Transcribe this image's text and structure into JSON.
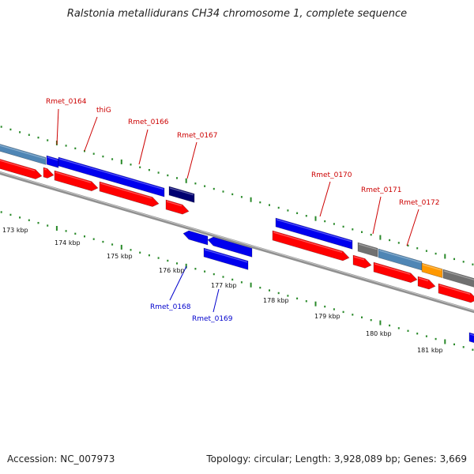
{
  "title": "Ralstonia metallidurans CH34 chromosome 1, complete sequence",
  "footer": {
    "accession": "Accession: NC_007973",
    "summary": "Topology: circular; Length: 3,928,089 bp; Genes: 3,669"
  },
  "colors": {
    "backbone": "#909090",
    "tick": "#2a8a2a",
    "forward_label": "#cc0000",
    "reverse_label": "#0000cc",
    "red_gene": "#ff0000",
    "blue_gene": "#0000ee",
    "steel_gene": "#4f86b5",
    "navy_gene": "#000070",
    "gray_gene": "#707070",
    "orange_gene": "#ff9900"
  },
  "scale_labels": [
    "173 kbp",
    "174 kbp",
    "175 kbp",
    "176 kbp",
    "177 kbp",
    "178 kbp",
    "179 kbp",
    "180 kbp",
    "181 kbp"
  ],
  "gene_labels": {
    "forward": [
      "Rmet_0164",
      "thiG",
      "Rmet_0166",
      "Rmet_0167",
      "Rmet_0170",
      "Rmet_0171",
      "Rmet_0172"
    ],
    "reverse": [
      "Rmet_0168",
      "Rmet_0169"
    ]
  }
}
